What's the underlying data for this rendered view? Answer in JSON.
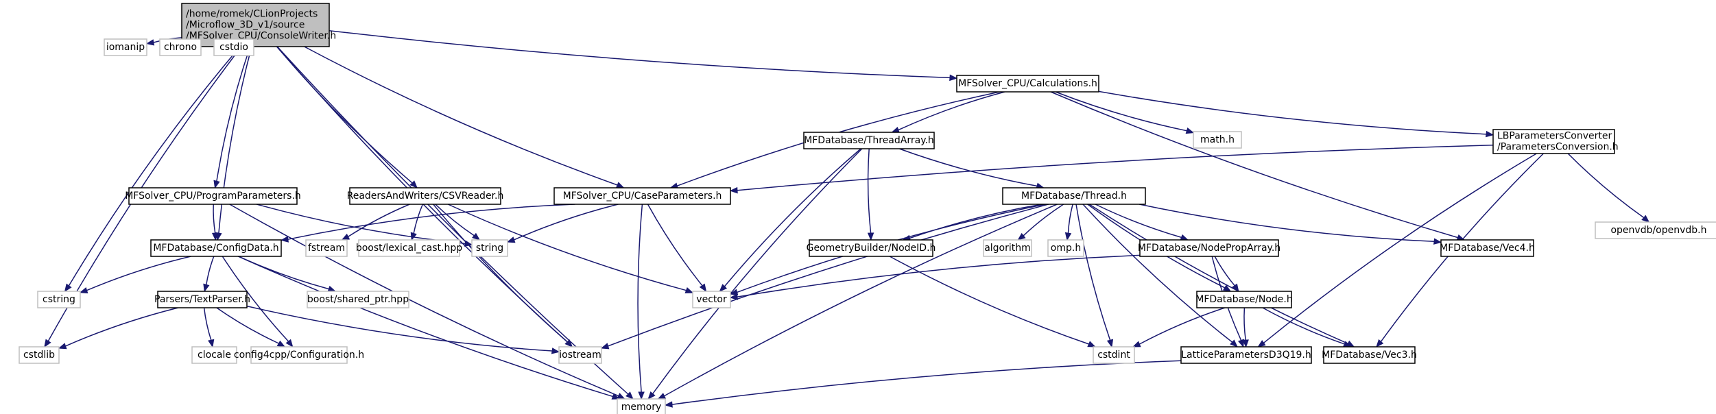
{
  "nodes": [
    {
      "id": "root",
      "kind": "root",
      "lines": [
        "/home/romek/CLionProjects",
        "/Microflow_3D_v1/source",
        "/MFSolver_CPU/ConsoleWriter.h"
      ]
    },
    {
      "id": "iomanip",
      "kind": "ext",
      "lines": [
        "iomanip"
      ]
    },
    {
      "id": "chrono",
      "kind": "ext",
      "lines": [
        "chrono"
      ]
    },
    {
      "id": "cstdio",
      "kind": "ext",
      "lines": [
        "cstdio"
      ]
    },
    {
      "id": "calc",
      "kind": "local",
      "lines": [
        "MFSolver_CPU/Calculations.h"
      ]
    },
    {
      "id": "lbconv",
      "kind": "local",
      "lines": [
        "LBParametersConverter",
        "/ParametersConversion.h"
      ]
    },
    {
      "id": "mathh",
      "kind": "ext",
      "lines": [
        "math.h"
      ]
    },
    {
      "id": "openvdb",
      "kind": "ext",
      "lines": [
        "openvdb/openvdb.h"
      ]
    },
    {
      "id": "threadarr",
      "kind": "local",
      "lines": [
        "MFDatabase/ThreadArray.h"
      ]
    },
    {
      "id": "progparams",
      "kind": "local",
      "lines": [
        "MFSolver_CPU/ProgramParameters.h"
      ]
    },
    {
      "id": "csvreader",
      "kind": "local",
      "lines": [
        "ReadersAndWriters/CSVReader.h"
      ]
    },
    {
      "id": "caseparams",
      "kind": "local",
      "lines": [
        "MFSolver_CPU/CaseParameters.h"
      ]
    },
    {
      "id": "thread",
      "kind": "local",
      "lines": [
        "MFDatabase/Thread.h"
      ]
    },
    {
      "id": "configdata",
      "kind": "local",
      "lines": [
        "MFDatabase/ConfigData.h"
      ]
    },
    {
      "id": "fstream",
      "kind": "ext",
      "lines": [
        "fstream"
      ]
    },
    {
      "id": "lexical",
      "kind": "ext",
      "lines": [
        "boost/lexical_cast.hpp"
      ]
    },
    {
      "id": "string",
      "kind": "ext",
      "lines": [
        "string"
      ]
    },
    {
      "id": "nodeid",
      "kind": "local",
      "lines": [
        "GeometryBuilder/NodeID.h"
      ]
    },
    {
      "id": "algorithm",
      "kind": "ext",
      "lines": [
        "algorithm"
      ]
    },
    {
      "id": "omp",
      "kind": "ext",
      "lines": [
        "omp.h"
      ]
    },
    {
      "id": "nodeproparr",
      "kind": "local",
      "lines": [
        "MFDatabase/NodePropArray.h"
      ]
    },
    {
      "id": "vec4",
      "kind": "local",
      "lines": [
        "MFDatabase/Vec4.h"
      ]
    },
    {
      "id": "cstring",
      "kind": "ext",
      "lines": [
        "cstring"
      ]
    },
    {
      "id": "textparser",
      "kind": "local",
      "lines": [
        "Parsers/TextParser.h"
      ]
    },
    {
      "id": "sharedptr",
      "kind": "ext",
      "lines": [
        "boost/shared_ptr.hpp"
      ]
    },
    {
      "id": "vector",
      "kind": "ext",
      "lines": [
        "vector"
      ]
    },
    {
      "id": "nodeh",
      "kind": "local",
      "lines": [
        "MFDatabase/Node.h"
      ]
    },
    {
      "id": "cstdlib",
      "kind": "ext",
      "lines": [
        "cstdlib"
      ]
    },
    {
      "id": "clocale",
      "kind": "ext",
      "lines": [
        "clocale"
      ]
    },
    {
      "id": "config4cpp",
      "kind": "ext",
      "lines": [
        "config4cpp/Configuration.h"
      ]
    },
    {
      "id": "iostream",
      "kind": "ext",
      "lines": [
        "iostream"
      ]
    },
    {
      "id": "cstdint",
      "kind": "ext",
      "lines": [
        "cstdint"
      ]
    },
    {
      "id": "lattice",
      "kind": "local",
      "lines": [
        "LatticeParametersD3Q19.h"
      ]
    },
    {
      "id": "vec3",
      "kind": "local",
      "lines": [
        "MFDatabase/Vec3.h"
      ]
    },
    {
      "id": "memory",
      "kind": "ext",
      "lines": [
        "memory"
      ]
    }
  ],
  "edges": [
    [
      "root",
      "memory"
    ],
    [
      "root",
      "cstdlib"
    ],
    [
      "root",
      "cstring"
    ],
    [
      "root",
      "iomanip"
    ],
    [
      "root",
      "chrono"
    ],
    [
      "root",
      "cstdio"
    ],
    [
      "root",
      "progparams"
    ],
    [
      "root",
      "configdata"
    ],
    [
      "root",
      "csvreader"
    ],
    [
      "root",
      "iostream"
    ],
    [
      "root",
      "caseparams"
    ],
    [
      "root",
      "calc"
    ],
    [
      "calc",
      "caseparams"
    ],
    [
      "calc",
      "threadarr"
    ],
    [
      "calc",
      "mathh"
    ],
    [
      "calc",
      "lbconv"
    ],
    [
      "calc",
      "vec4"
    ],
    [
      "lbconv",
      "caseparams"
    ],
    [
      "lbconv",
      "openvdb"
    ],
    [
      "lbconv",
      "lattice"
    ],
    [
      "lbconv",
      "vec3"
    ],
    [
      "threadarr",
      "vector"
    ],
    [
      "threadarr",
      "memory"
    ],
    [
      "threadarr",
      "nodeid"
    ],
    [
      "threadarr",
      "thread"
    ],
    [
      "progparams",
      "configdata"
    ],
    [
      "progparams",
      "string"
    ],
    [
      "progparams",
      "memory"
    ],
    [
      "csvreader",
      "fstream"
    ],
    [
      "csvreader",
      "lexical"
    ],
    [
      "csvreader",
      "string"
    ],
    [
      "csvreader",
      "iostream"
    ],
    [
      "csvreader",
      "vector"
    ],
    [
      "caseparams",
      "configdata"
    ],
    [
      "caseparams",
      "string"
    ],
    [
      "caseparams",
      "vector"
    ],
    [
      "caseparams",
      "memory"
    ],
    [
      "thread",
      "vector"
    ],
    [
      "thread",
      "iostream"
    ],
    [
      "thread",
      "nodeid"
    ],
    [
      "thread",
      "algorithm"
    ],
    [
      "thread",
      "omp"
    ],
    [
      "thread",
      "cstdint"
    ],
    [
      "thread",
      "nodeproparr"
    ],
    [
      "thread",
      "nodeh"
    ],
    [
      "thread",
      "lattice"
    ],
    [
      "thread",
      "vec3"
    ],
    [
      "thread",
      "vec4"
    ],
    [
      "thread",
      "memory"
    ],
    [
      "configdata",
      "cstring"
    ],
    [
      "configdata",
      "textparser"
    ],
    [
      "configdata",
      "sharedptr"
    ],
    [
      "configdata",
      "config4cpp"
    ],
    [
      "configdata",
      "memory"
    ],
    [
      "textparser",
      "cstdlib"
    ],
    [
      "textparser",
      "clocale"
    ],
    [
      "textparser",
      "config4cpp"
    ],
    [
      "textparser",
      "iostream"
    ],
    [
      "nodeid",
      "cstdint"
    ],
    [
      "nodeproparr",
      "vector"
    ],
    [
      "nodeproparr",
      "nodeh"
    ],
    [
      "nodeproparr",
      "lattice"
    ],
    [
      "nodeh",
      "cstdint"
    ],
    [
      "nodeh",
      "lattice"
    ],
    [
      "nodeh",
      "vec3"
    ],
    [
      "lattice",
      "memory"
    ]
  ]
}
